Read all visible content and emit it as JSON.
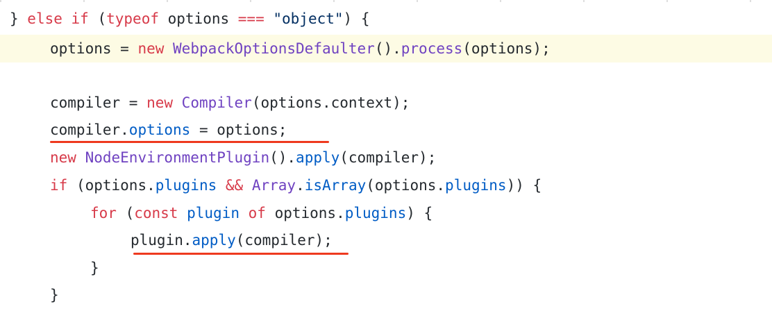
{
  "code": {
    "l1": {
      "brace": "} ",
      "else": "else",
      "sp1": " ",
      "if": "if",
      "open": " (",
      "typeof": "typeof",
      "mid": " options ",
      "eq": "===",
      "sp2": " ",
      "str": "\"object\"",
      "close": ") {"
    },
    "l2": {
      "a": "options = ",
      "new": "new",
      "sp": " ",
      "cls": "WebpackOptionsDefaulter",
      "b": "().",
      "fn": "process",
      "c": "(options);"
    },
    "l4": {
      "a": "compiler = ",
      "new": "new",
      "sp": " ",
      "cls": "Compiler",
      "b": "(options.context);"
    },
    "l5": {
      "a": "compiler.",
      "prop": "options",
      "b": " = options;"
    },
    "l6": {
      "new": "new",
      "sp": " ",
      "cls": "NodeEnvironmentPlugin",
      "b": "().",
      "fn": "apply",
      "c": "(compiler);"
    },
    "l7": {
      "if": "if",
      "a": " (options.",
      "p1": "plugins",
      "b": " ",
      "and": "&&",
      "c": " ",
      "cls": "Array",
      "d": ".",
      "fn": "isArray",
      "e": "(options.",
      "p2": "plugins",
      "f": ")) {"
    },
    "l8": {
      "for": "for",
      "a": " (",
      "const": "const",
      "b": " ",
      "plugin": "plugin",
      "c": " ",
      "of": "of",
      "d": " options.",
      "p": "plugins",
      "e": ") {"
    },
    "l9": {
      "a": "plugin.",
      "fn": "apply",
      "b": "(compiler);"
    },
    "l10": {
      "a": "}"
    },
    "l11": {
      "a": "}"
    }
  }
}
